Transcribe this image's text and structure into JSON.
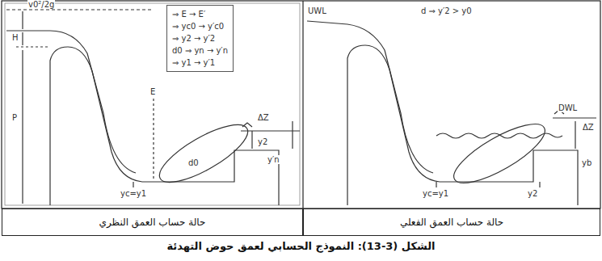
{
  "diagram": {
    "caption": "الشكل (3-13): النموذج الحسابي لعمق حوض التهدئة",
    "nodes": [
      {
        "text": [
          "حالة حساب العمق الفعلي"
        ]
      },
      {
        "text": [
          "حالة حساب العمق النظري"
        ]
      },
      {
        "text": [
          "⇒ E → E′",
          "⇒ yc0 → y′c0",
          "⇒ y2 → y′2",
          "d0 ⇒ yn → y′n",
          "⇒ y1 → y′1"
        ]
      }
    ],
    "labels": [
      "v0²/2g",
      "H",
      "P",
      "E",
      "ΔZ",
      "y2",
      "d0",
      "y′n",
      "yc=y1",
      "UWL",
      "d ⇒ y′2 > y0",
      "DWL",
      "ΔZ",
      "yb",
      "yc=y1",
      "y2"
    ]
  }
}
